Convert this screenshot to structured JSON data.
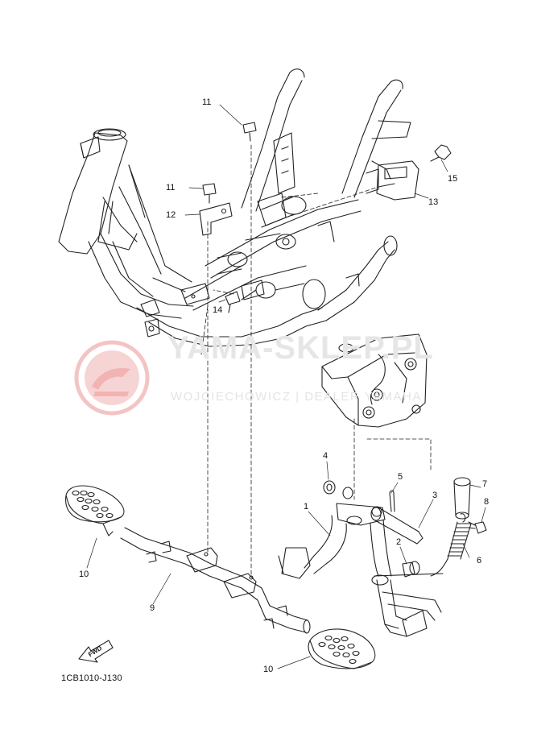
{
  "diagram": {
    "code": "1CB1010-J130",
    "fwd_label": "FWD",
    "watermark": {
      "title": "YAMA-SKLEP.PL",
      "subtitle": "WOJCIECHOWICZ | DEALER YAMAHA"
    },
    "part_numbers": {
      "p1": "1",
      "p2": "2",
      "p3": "3",
      "p4": "4",
      "p5": "5",
      "p6": "6",
      "p7": "7",
      "p8": "8",
      "p9": "9",
      "p10a": "10",
      "p10b": "10",
      "p11a": "11",
      "p11b": "11",
      "p12": "12",
      "p13": "13",
      "p14": "14",
      "p15": "15"
    },
    "colors": {
      "line": "#222222",
      "watermark_red": "#f2b8b8"
    }
  }
}
